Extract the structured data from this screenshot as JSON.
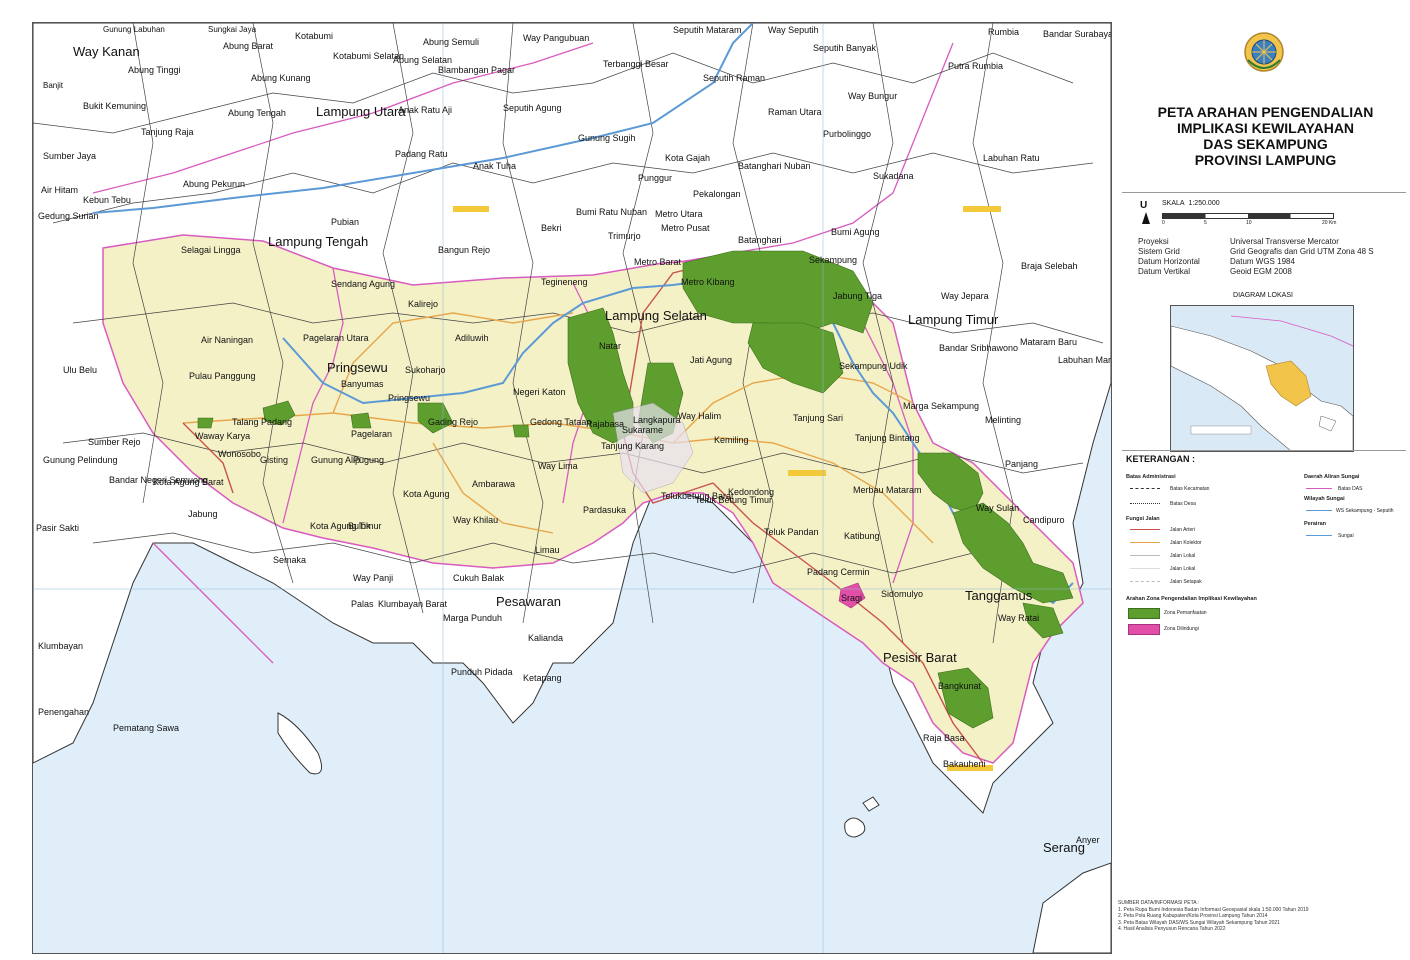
{
  "title_lines": [
    "PETA ARAHAN PENGENDALIAN",
    "IMPLIKASI KEWILAYAHAN",
    "DAS SEKAMPUNG",
    "PROVINSI LAMPUNG"
  ],
  "scale": {
    "label": "SKALA",
    "value": "1:250.000",
    "north": "U",
    "ticks": [
      "0",
      "5",
      "10",
      "20 Km"
    ]
  },
  "meta": [
    {
      "k": "Proyeksi",
      "v": "Universal Transverse Mercator"
    },
    {
      "k": "Sistem Grid",
      "v": "Grid Geografis dan Grid UTM Zona 48 S"
    },
    {
      "k": "Datum Horizontal",
      "v": "Datum WGS 1984"
    },
    {
      "k": "Datum Vertikal",
      "v": "Geoid EGM 2008"
    }
  ],
  "diagram_title": "DIAGRAM LOKASI",
  "keterangan": "KETERANGAN :",
  "legend": {
    "batas_title": "Batas Administrasi",
    "batas_items": [
      "Batas Kecamatan",
      "Batas Desa"
    ],
    "jalan_title": "Fungsi Jalan",
    "jalan_items": [
      "Jalan Arteri",
      "Jalan Kolektor",
      "Jalan Lokal",
      "Jalan Lokal",
      "Jalan Setapak"
    ],
    "das_title": "Daerah Aliran Sungai",
    "das_items": [
      "Batas DAS"
    ],
    "ws_title": "Wilayah Sungai",
    "ws_items": [
      "WS Sekampung - Seputih"
    ],
    "perairan_title": "Perairan",
    "perairan_items": [
      "Sungai"
    ],
    "zona_title": "Arahan Zona Pengendalian Implikasi Kewilayahan",
    "zona_items": [
      "Zona Pemanfaatan",
      "Zona Dilindungi"
    ]
  },
  "sources": [
    "SUMBER DATA/INFORMASI PETA :",
    "1. Peta Rupa Bumi Indonesia Badan Informasi Geospasial skala 1:50.000 Tahun 2019",
    "2. Peta Pola Ruang Kabupaten/Kota Provinsi Lampung Tahun 2014",
    "3. Peta Batas Wilayah DAS/WS Sungai Wilayah Sekampung Tahun 2021",
    "4. Hasil Analisis Penyusun Rencana Tahun 2022"
  ],
  "colors": {
    "das_fill": "#f4f1c6",
    "zona_pemanfaatan": "#5e9e2e",
    "zona_dilindungi": "#e24fa8",
    "river": "#5b9ad6",
    "sea": "#dfeef8",
    "land": "#ffffff",
    "boundary_pink": "#d85bbf",
    "road_orange": "#e8a64a"
  },
  "icons": [
    "bpn-logo-icon",
    "north-arrow-icon"
  ],
  "places": [
    {
      "t": "Way Kanan",
      "cls": "big"
    },
    {
      "t": "Banjit",
      "cls": "sm"
    },
    {
      "t": "Abung Barat"
    },
    {
      "t": "Gunung Labuhan",
      "cls": "sm"
    },
    {
      "t": "Sungkai Jaya",
      "cls": "sm"
    },
    {
      "t": "Kotabumi"
    },
    {
      "t": "Abung Semuli"
    },
    {
      "t": "Way Pangubuan"
    },
    {
      "t": "Seputih Mataram"
    },
    {
      "t": "Way Seputih"
    },
    {
      "t": "Rumbia"
    },
    {
      "t": "Bandar Surabaya"
    },
    {
      "t": "Abung Tinggi"
    },
    {
      "t": "Kotabumi Selatan"
    },
    {
      "t": "Abung Selatan"
    },
    {
      "t": "Blambangan Pagar"
    },
    {
      "t": "Terbanggi Besar"
    },
    {
      "t": "Seputih Banyak"
    },
    {
      "t": "Putra Rumbia"
    },
    {
      "t": "Abung Kunang"
    },
    {
      "t": "Seputih Raman"
    },
    {
      "t": "Way Bungur"
    },
    {
      "t": "Bukit Kemuning"
    },
    {
      "t": "Abung Tengah"
    },
    {
      "t": "Lampung Utara",
      "cls": "big"
    },
    {
      "t": "Anak Ratu Aji"
    },
    {
      "t": "Seputih Agung"
    },
    {
      "t": "Raman Utara"
    },
    {
      "t": "Purbolinggo"
    },
    {
      "t": "Tanjung Raja"
    },
    {
      "t": "Padang Ratu"
    },
    {
      "t": "Gunung Sugih"
    },
    {
      "t": "Kota Gajah"
    },
    {
      "t": "Batanghari Nuban"
    },
    {
      "t": "Labuhan Ratu"
    },
    {
      "t": "Sumber Jaya"
    },
    {
      "t": "Abung Pekurun"
    },
    {
      "t": "Anak Tuha"
    },
    {
      "t": "Punggur"
    },
    {
      "t": "Sukadana"
    },
    {
      "t": "Air Hitam"
    },
    {
      "t": "Kebun Tebu"
    },
    {
      "t": "Pekalongan"
    },
    {
      "t": "Gedung Surian"
    },
    {
      "t": "Pubian"
    },
    {
      "t": "Bekri"
    },
    {
      "t": "Bumi Ratu Nuban"
    },
    {
      "t": "Metro Utara"
    },
    {
      "t": "Metro Pusat"
    },
    {
      "t": "Bumi Agung"
    },
    {
      "t": "Lampung Tengah",
      "cls": "big"
    },
    {
      "t": "Trimurjo"
    },
    {
      "t": "Metro Barat"
    },
    {
      "t": "Metro Kibang"
    },
    {
      "t": "Batanghari"
    },
    {
      "t": "Sekampung"
    },
    {
      "t": "Sekampung Udik"
    },
    {
      "t": "Braja Selebah"
    },
    {
      "t": "Selagai Lingga"
    },
    {
      "t": "Bangun Rejo"
    },
    {
      "t": "Sendang Agung"
    },
    {
      "t": "Tegineneng"
    },
    {
      "t": "Jabung Tiga"
    },
    {
      "t": "Way Jepara"
    },
    {
      "t": "Kalirejo"
    },
    {
      "t": "Lampung Selatan",
      "cls": "big"
    },
    {
      "t": "Lampung Timur",
      "cls": "big"
    },
    {
      "t": "Air Naningan"
    },
    {
      "t": "Pagelaran Utara"
    },
    {
      "t": "Adiluwih"
    },
    {
      "t": "Natar"
    },
    {
      "t": "Jati Agung"
    },
    {
      "t": "Bandar Sribhawono"
    },
    {
      "t": "Mataram Baru"
    },
    {
      "t": "Labuhan Maringgai"
    },
    {
      "t": "Ulu Belu"
    },
    {
      "t": "Pringsewu",
      "cls": "big"
    },
    {
      "t": "Sukoharjo"
    },
    {
      "t": "Pulau Panggung"
    },
    {
      "t": "Banyumas"
    },
    {
      "t": "Pringsewu"
    },
    {
      "t": "Negeri Katon"
    },
    {
      "t": "Tanjung Sari"
    },
    {
      "t": "Marga Sekampung"
    },
    {
      "t": "Melinting"
    },
    {
      "t": "Talang Padang"
    },
    {
      "t": "Gading Rejo"
    },
    {
      "t": "Pagelaran"
    },
    {
      "t": "Gedong Tataan"
    },
    {
      "t": "Rajabasa"
    },
    {
      "t": "Langkapura"
    },
    {
      "t": "Way Halim"
    },
    {
      "t": "Sukarame"
    },
    {
      "t": "Tanjung Karang"
    },
    {
      "t": "Kemiling"
    },
    {
      "t": "Tanjung Bintang"
    },
    {
      "t": "Waway Karya"
    },
    {
      "t": "Sumber Rejo"
    },
    {
      "t": "Wonosobo"
    },
    {
      "t": "Gisting"
    },
    {
      "t": "Gunung Alip"
    },
    {
      "t": "Pugung"
    },
    {
      "t": "Ambarawa"
    },
    {
      "t": "Way Lima"
    },
    {
      "t": "Telukbetung Barat"
    },
    {
      "t": "Teluk Betung Timur"
    },
    {
      "t": "Panjang"
    },
    {
      "t": "Gunung Pelindung"
    },
    {
      "t": "Bandar Negeri Semuong"
    },
    {
      "t": "Kota Agung Barat"
    },
    {
      "t": "Kota Agung"
    },
    {
      "t": "Way Khilau"
    },
    {
      "t": "Kedondong"
    },
    {
      "t": "Merbau Mataram"
    },
    {
      "t": "Way Sulan"
    },
    {
      "t": "Jabung"
    },
    {
      "t": "Kota Agung Timur"
    },
    {
      "t": "Bulok"
    },
    {
      "t": "Pardasuka"
    },
    {
      "t": "Teluk Pandan"
    },
    {
      "t": "Katibung"
    },
    {
      "t": "Candipuro"
    },
    {
      "t": "Pasir Sakti"
    },
    {
      "t": "Semaka"
    },
    {
      "t": "Limau"
    },
    {
      "t": "Padang Cermin"
    },
    {
      "t": "Sidomulyo"
    },
    {
      "t": "Tanggamus",
      "cls": "big"
    },
    {
      "t": "Way Ratai"
    },
    {
      "t": "Way Panji"
    },
    {
      "t": "Palas"
    },
    {
      "t": "Sragi"
    },
    {
      "t": "Cukuh Balak"
    },
    {
      "t": "Pesawaran",
      "cls": "big"
    },
    {
      "t": "Klumbayan Barat"
    },
    {
      "t": "Marga Punduh"
    },
    {
      "t": "Kalianda"
    },
    {
      "t": "Pesisir Barat",
      "cls": "big"
    },
    {
      "t": "Klumbayan"
    },
    {
      "t": "Punduh Pidada"
    },
    {
      "t": "Ketapang"
    },
    {
      "t": "Bangkunat"
    },
    {
      "t": "Penengahan"
    },
    {
      "t": "Pematang Sawa"
    },
    {
      "t": "Raja Basa"
    },
    {
      "t": "Bakauheni"
    },
    {
      "t": "Serang",
      "cls": "big"
    },
    {
      "t": "Anyer"
    }
  ]
}
